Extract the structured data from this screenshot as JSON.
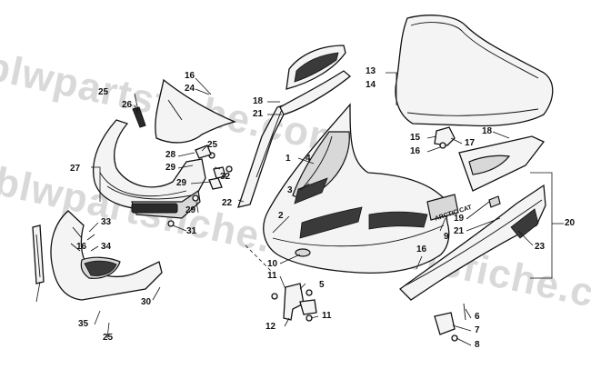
{
  "watermark": {
    "text": "blwpartsfiche.com"
  },
  "decal_text": "ARCTIC CAT",
  "callouts": [
    {
      "id": "c1",
      "text": "1"
    },
    {
      "id": "c2",
      "text": "2"
    },
    {
      "id": "c3",
      "text": "3"
    },
    {
      "id": "c4",
      "text": "4"
    },
    {
      "id": "c5",
      "text": "5"
    },
    {
      "id": "c6",
      "text": "6"
    },
    {
      "id": "c7",
      "text": "7"
    },
    {
      "id": "c8",
      "text": "8"
    },
    {
      "id": "c9",
      "text": "9"
    },
    {
      "id": "c10",
      "text": "10"
    },
    {
      "id": "c11a",
      "text": "11"
    },
    {
      "id": "c11b",
      "text": "11"
    },
    {
      "id": "c12",
      "text": "12"
    },
    {
      "id": "c13",
      "text": "13"
    },
    {
      "id": "c14",
      "text": "14"
    },
    {
      "id": "c15",
      "text": "15"
    },
    {
      "id": "c16a",
      "text": "16"
    },
    {
      "id": "c16b",
      "text": "16"
    },
    {
      "id": "c16c",
      "text": "16"
    },
    {
      "id": "c16d",
      "text": "16"
    },
    {
      "id": "c17",
      "text": "17"
    },
    {
      "id": "c18a",
      "text": "18"
    },
    {
      "id": "c18b",
      "text": "18"
    },
    {
      "id": "c19",
      "text": "19"
    },
    {
      "id": "c20",
      "text": "20"
    },
    {
      "id": "c21a",
      "text": "21"
    },
    {
      "id": "c21b",
      "text": "21"
    },
    {
      "id": "c22",
      "text": "22"
    },
    {
      "id": "c23",
      "text": "23"
    },
    {
      "id": "c24",
      "text": "24"
    },
    {
      "id": "c25a",
      "text": "25"
    },
    {
      "id": "c25b",
      "text": "25"
    },
    {
      "id": "c25c",
      "text": "25"
    },
    {
      "id": "c26",
      "text": "26"
    },
    {
      "id": "c27",
      "text": "27"
    },
    {
      "id": "c28",
      "text": "28"
    },
    {
      "id": "c29a",
      "text": "29"
    },
    {
      "id": "c29b",
      "text": "29"
    },
    {
      "id": "c29c",
      "text": "29"
    },
    {
      "id": "c30",
      "text": "30"
    },
    {
      "id": "c31",
      "text": "31"
    },
    {
      "id": "c32",
      "text": "32"
    },
    {
      "id": "c33",
      "text": "33"
    },
    {
      "id": "c34",
      "text": "34"
    },
    {
      "id": "c35",
      "text": "35"
    }
  ]
}
